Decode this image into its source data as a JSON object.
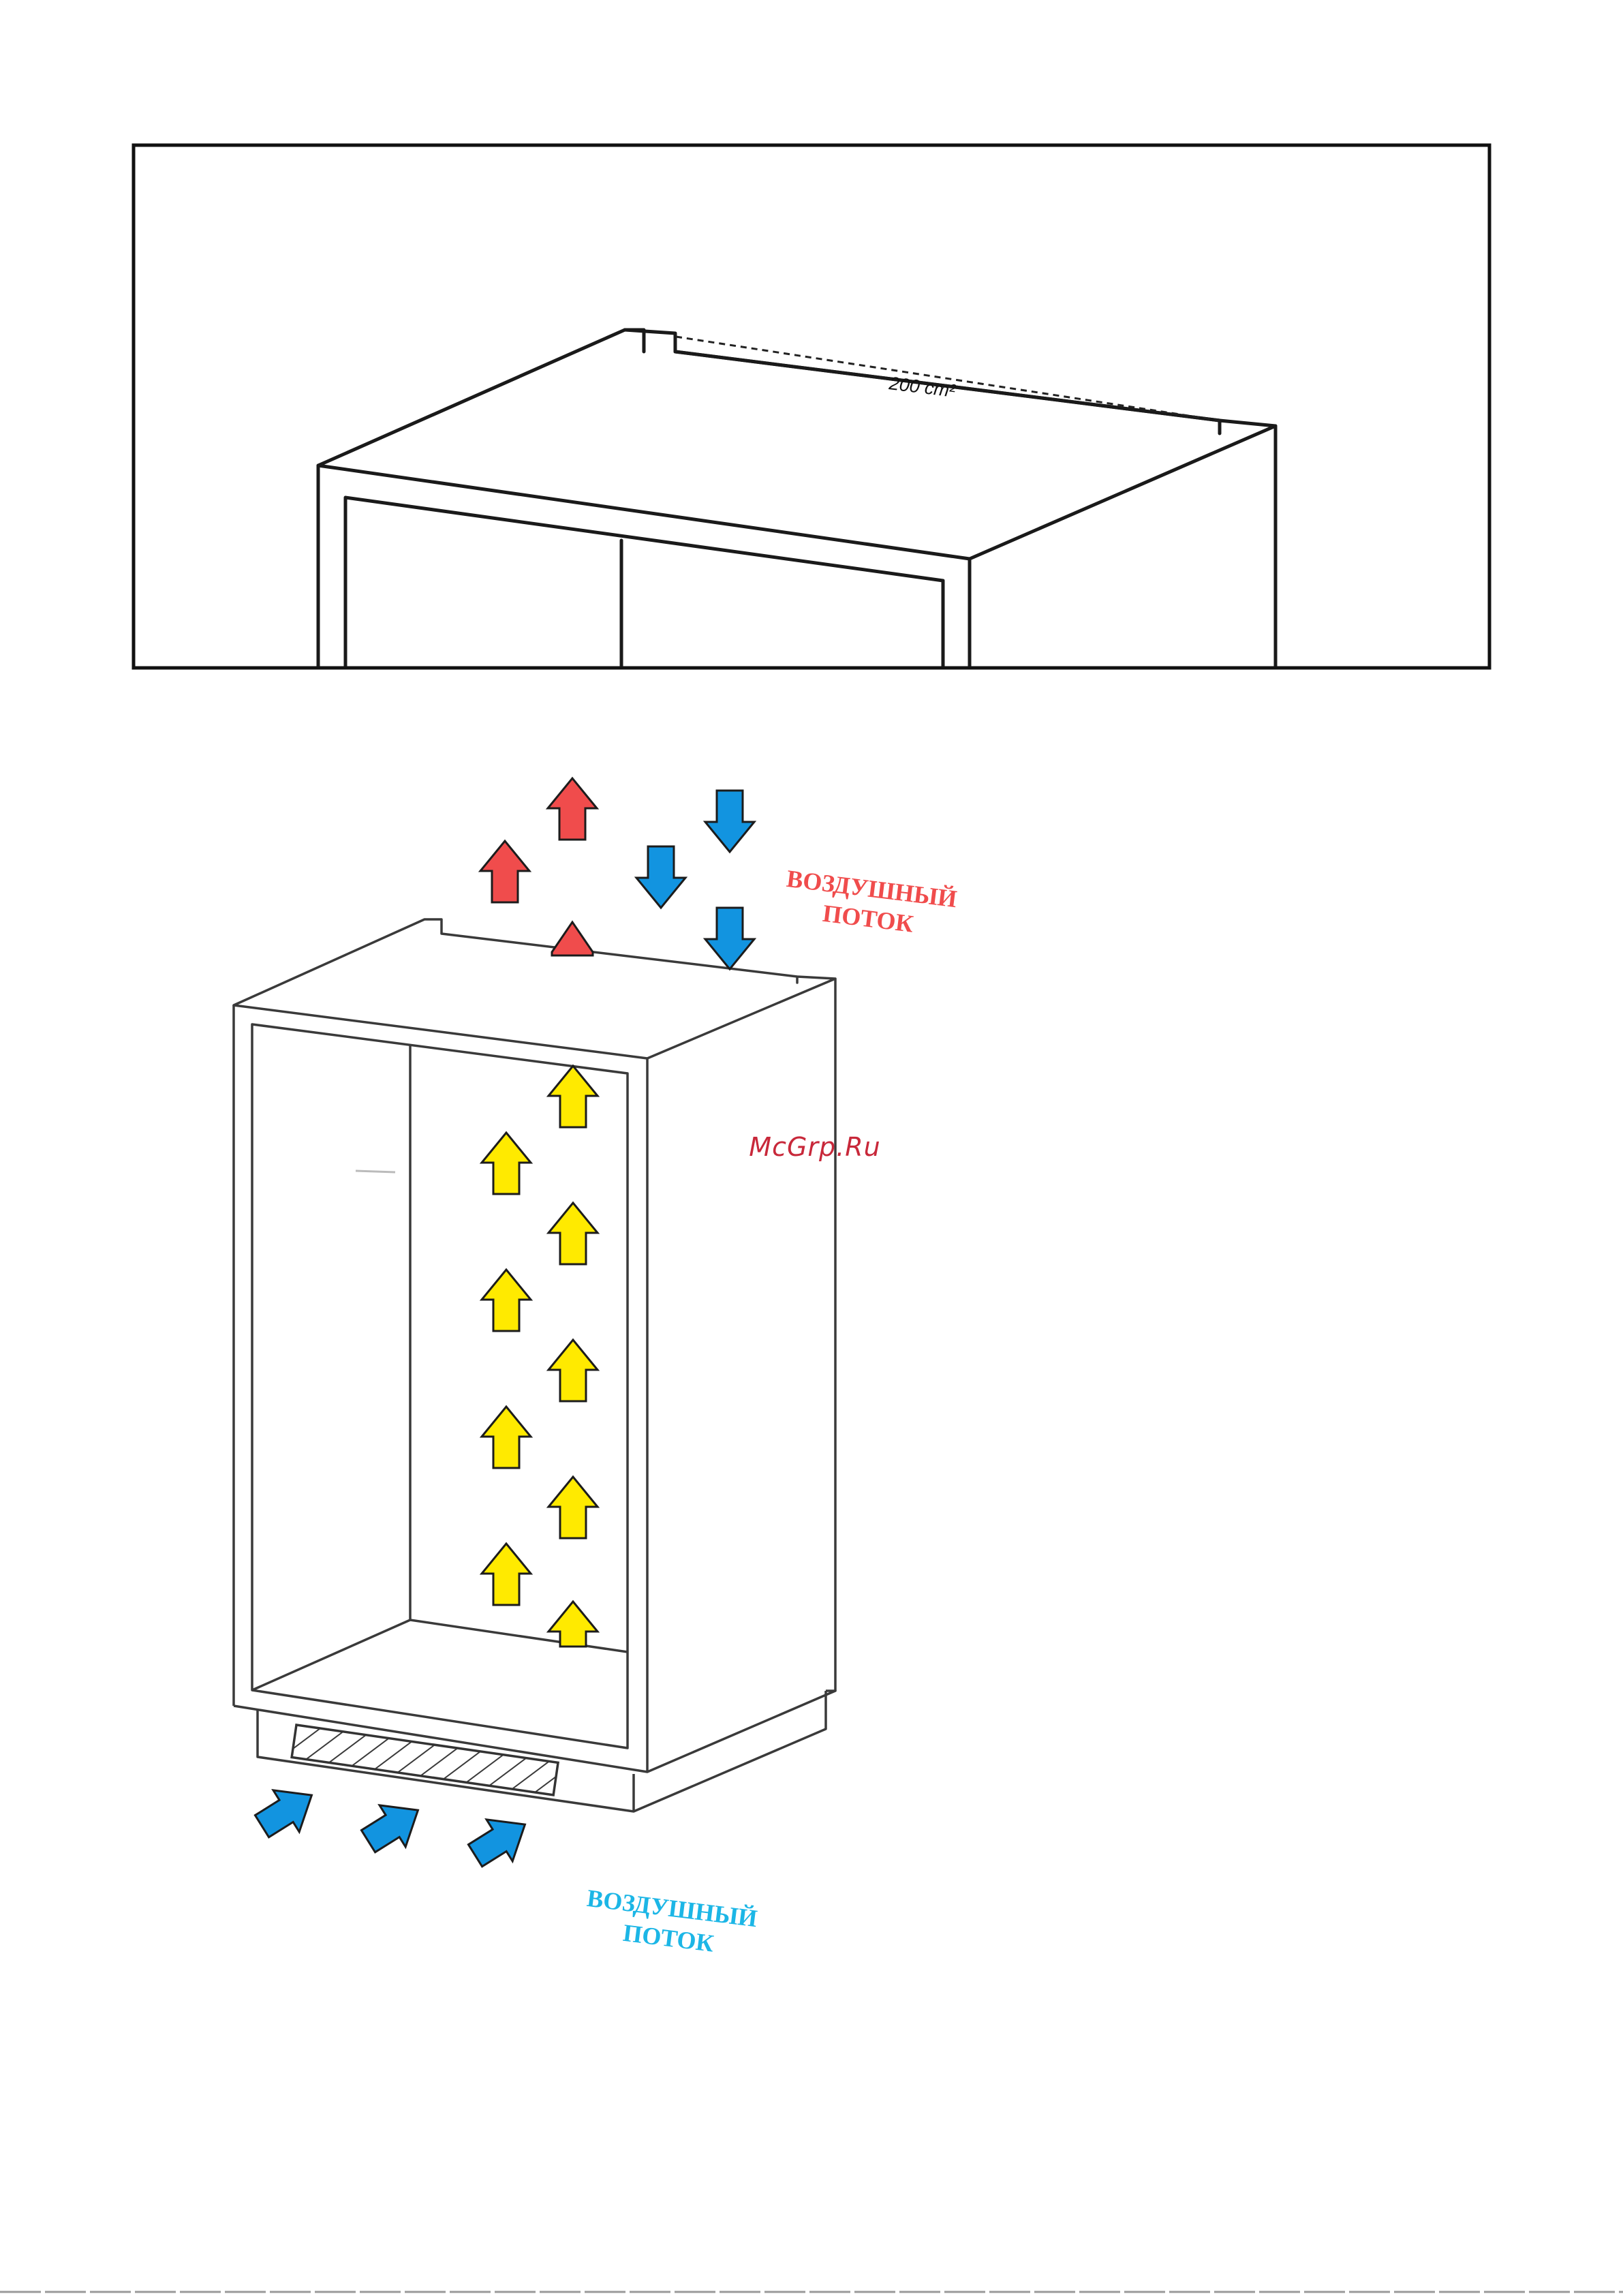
{
  "top_diagram": {
    "vent_area_label": "200 cm²"
  },
  "bottom_diagram": {
    "airflow_top": {
      "line1": "ВОЗДУШНЫЙ",
      "line2": "ПОТОК",
      "color": "#f04c4c"
    },
    "airflow_bottom": {
      "line1": "ВОЗДУШНЫЙ",
      "line2": "ПОТОК",
      "color": "#1cb6e6"
    },
    "arrow_colors": {
      "hot_exhaust": "#f04c4c",
      "cool_intake": "#1294e0",
      "internal_flow": "#ffea00"
    }
  },
  "watermark": "McGrp.Ru"
}
